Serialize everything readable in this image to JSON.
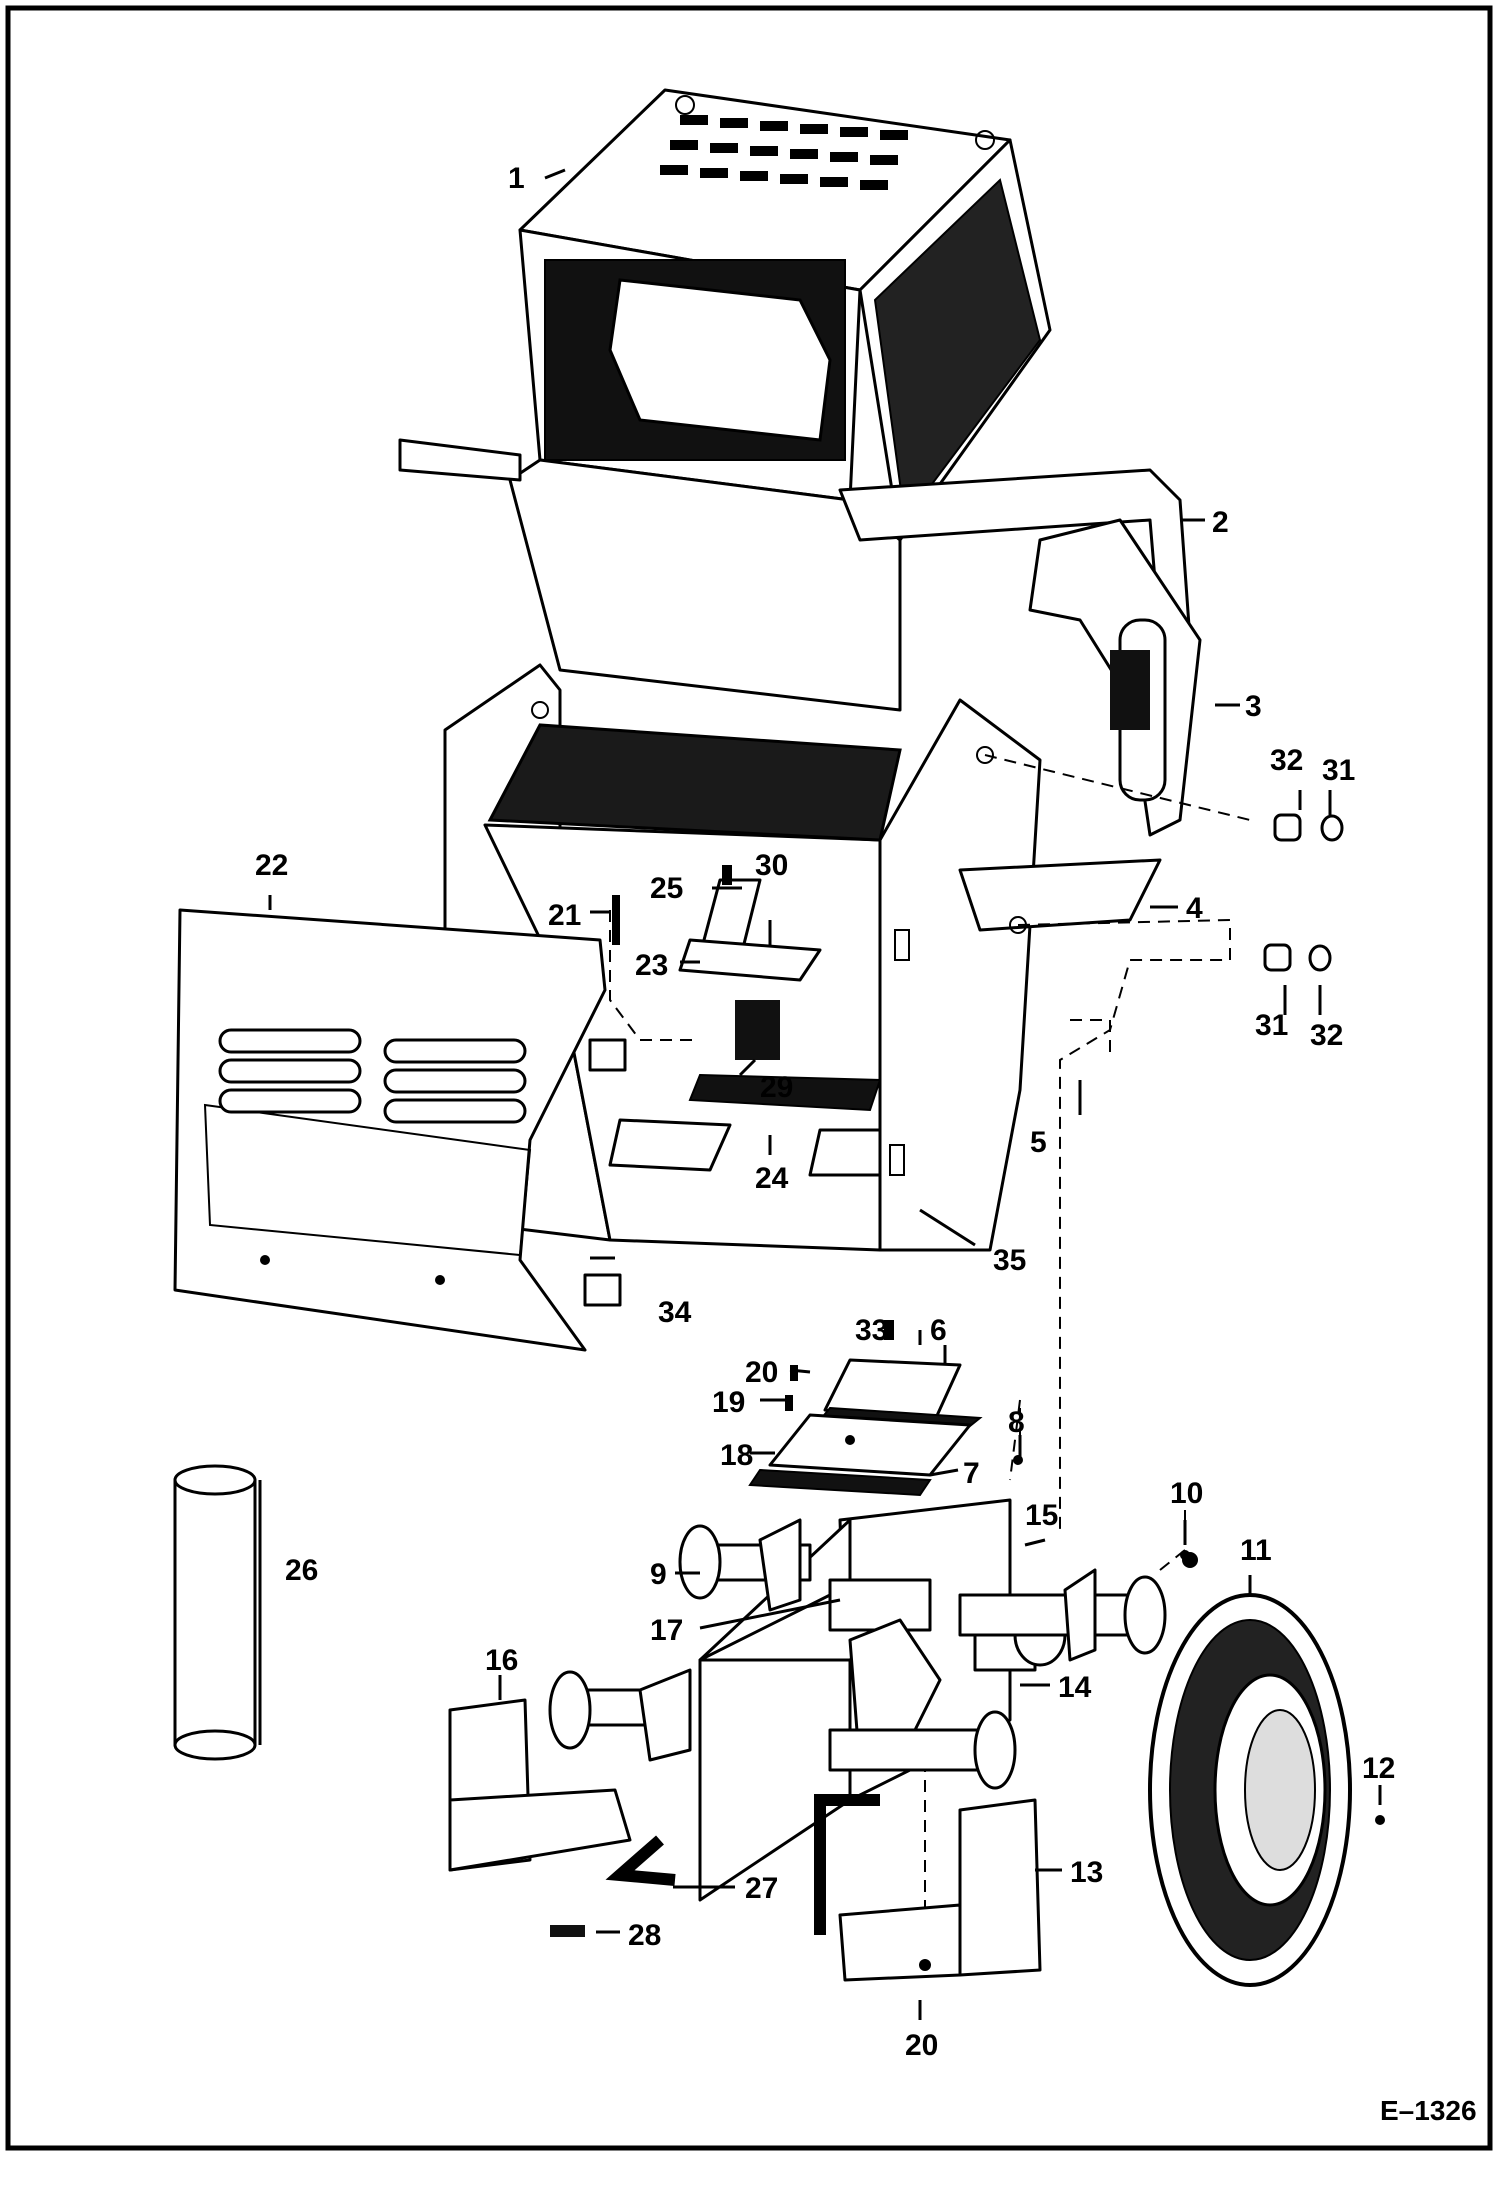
{
  "figure_id": "E–1326",
  "callouts": [
    "1",
    "2",
    "3",
    "4",
    "5",
    "6",
    "7",
    "8",
    "9",
    "10",
    "11",
    "12",
    "13",
    "14",
    "15",
    "16",
    "17",
    "18",
    "19",
    "20",
    "21",
    "22",
    "23",
    "24",
    "25",
    "26",
    "27",
    "28",
    "29",
    "30",
    "31",
    "32",
    "33",
    "34",
    "35"
  ],
  "colors": {
    "ink": "#000000",
    "paper": "#ffffff"
  }
}
